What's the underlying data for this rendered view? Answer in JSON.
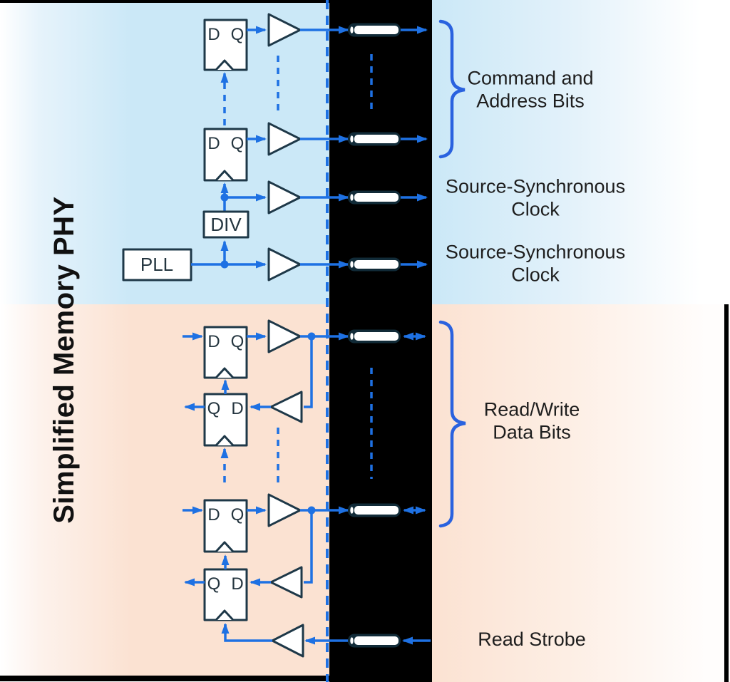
{
  "title": "Simplified Memory PHY",
  "labels": {
    "command_address": "Command and\nAddress Bits",
    "source_sync_clock_top": "Source-Synchronous\nClock",
    "source_sync_clock_bottom": "Source-Synchronous\nClock",
    "read_write_data": "Read/Write\nData Bits",
    "read_strobe": "Read Strobe"
  },
  "components": {
    "pll_label": "PLL",
    "div_label": "DIV",
    "flops": {
      "ca_first": {
        "left": "D",
        "right": "Q"
      },
      "ca_last": {
        "left": "D",
        "right": "Q"
      },
      "data_tx_first": {
        "left": "D",
        "right": "Q"
      },
      "data_rx_first": {
        "left": "Q",
        "right": "D"
      },
      "data_tx_last": {
        "left": "D",
        "right": "Q"
      },
      "data_rx_last": {
        "left": "Q",
        "right": "D"
      }
    }
  },
  "colors": {
    "wire": "#1e71e3",
    "component_stroke": "#1e3848",
    "pill_dark": "#112b38",
    "brace": "#2a62df",
    "label_text": "#1e1e1e",
    "title_text": "#111111",
    "blue_panel": "#cbe8f7",
    "orange_panel": "#fbe2d2",
    "channel_black": "#000000"
  }
}
